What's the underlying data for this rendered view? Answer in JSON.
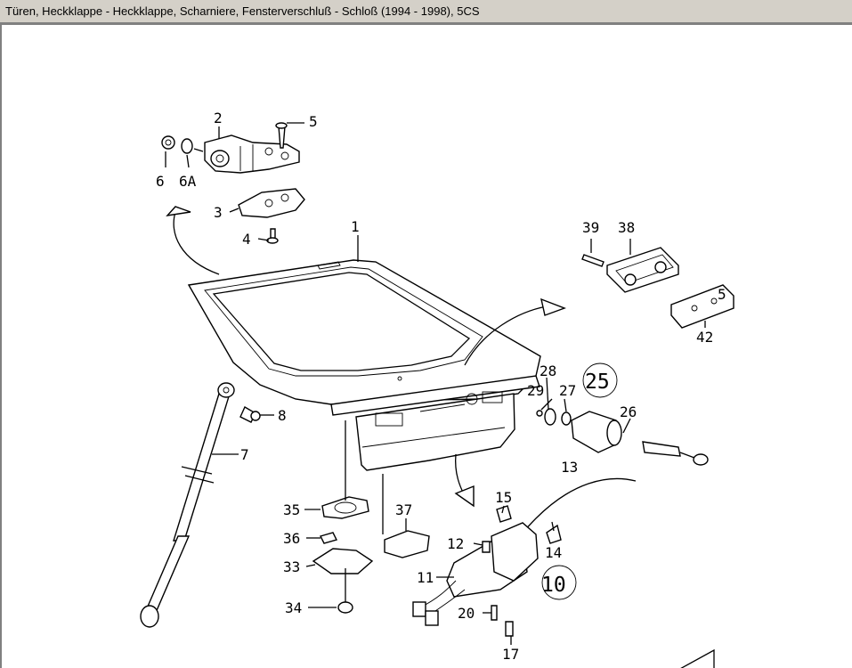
{
  "window": {
    "title": "Türen, Heckklappe - Heckklappe, Scharniere, Fensterverschluß - Schloß   (1994 - 1998), 5CS"
  },
  "callouts": {
    "c1": "1",
    "c2": "2",
    "c3": "3",
    "c4": "4",
    "c5a": "5",
    "c5b": "5",
    "c6": "6",
    "c6a": "6A",
    "c7": "7",
    "c8": "8",
    "c10": "10",
    "c11": "11",
    "c12": "12",
    "c13": "13",
    "c14": "14",
    "c15": "15",
    "c17": "17",
    "c20": "20",
    "c25": "25",
    "c26": "26",
    "c27": "27",
    "c28": "28",
    "c29": "29",
    "c33": "33",
    "c34": "34",
    "c35": "35",
    "c36": "36",
    "c37": "37",
    "c38": "38",
    "c39": "39",
    "c42": "42"
  }
}
